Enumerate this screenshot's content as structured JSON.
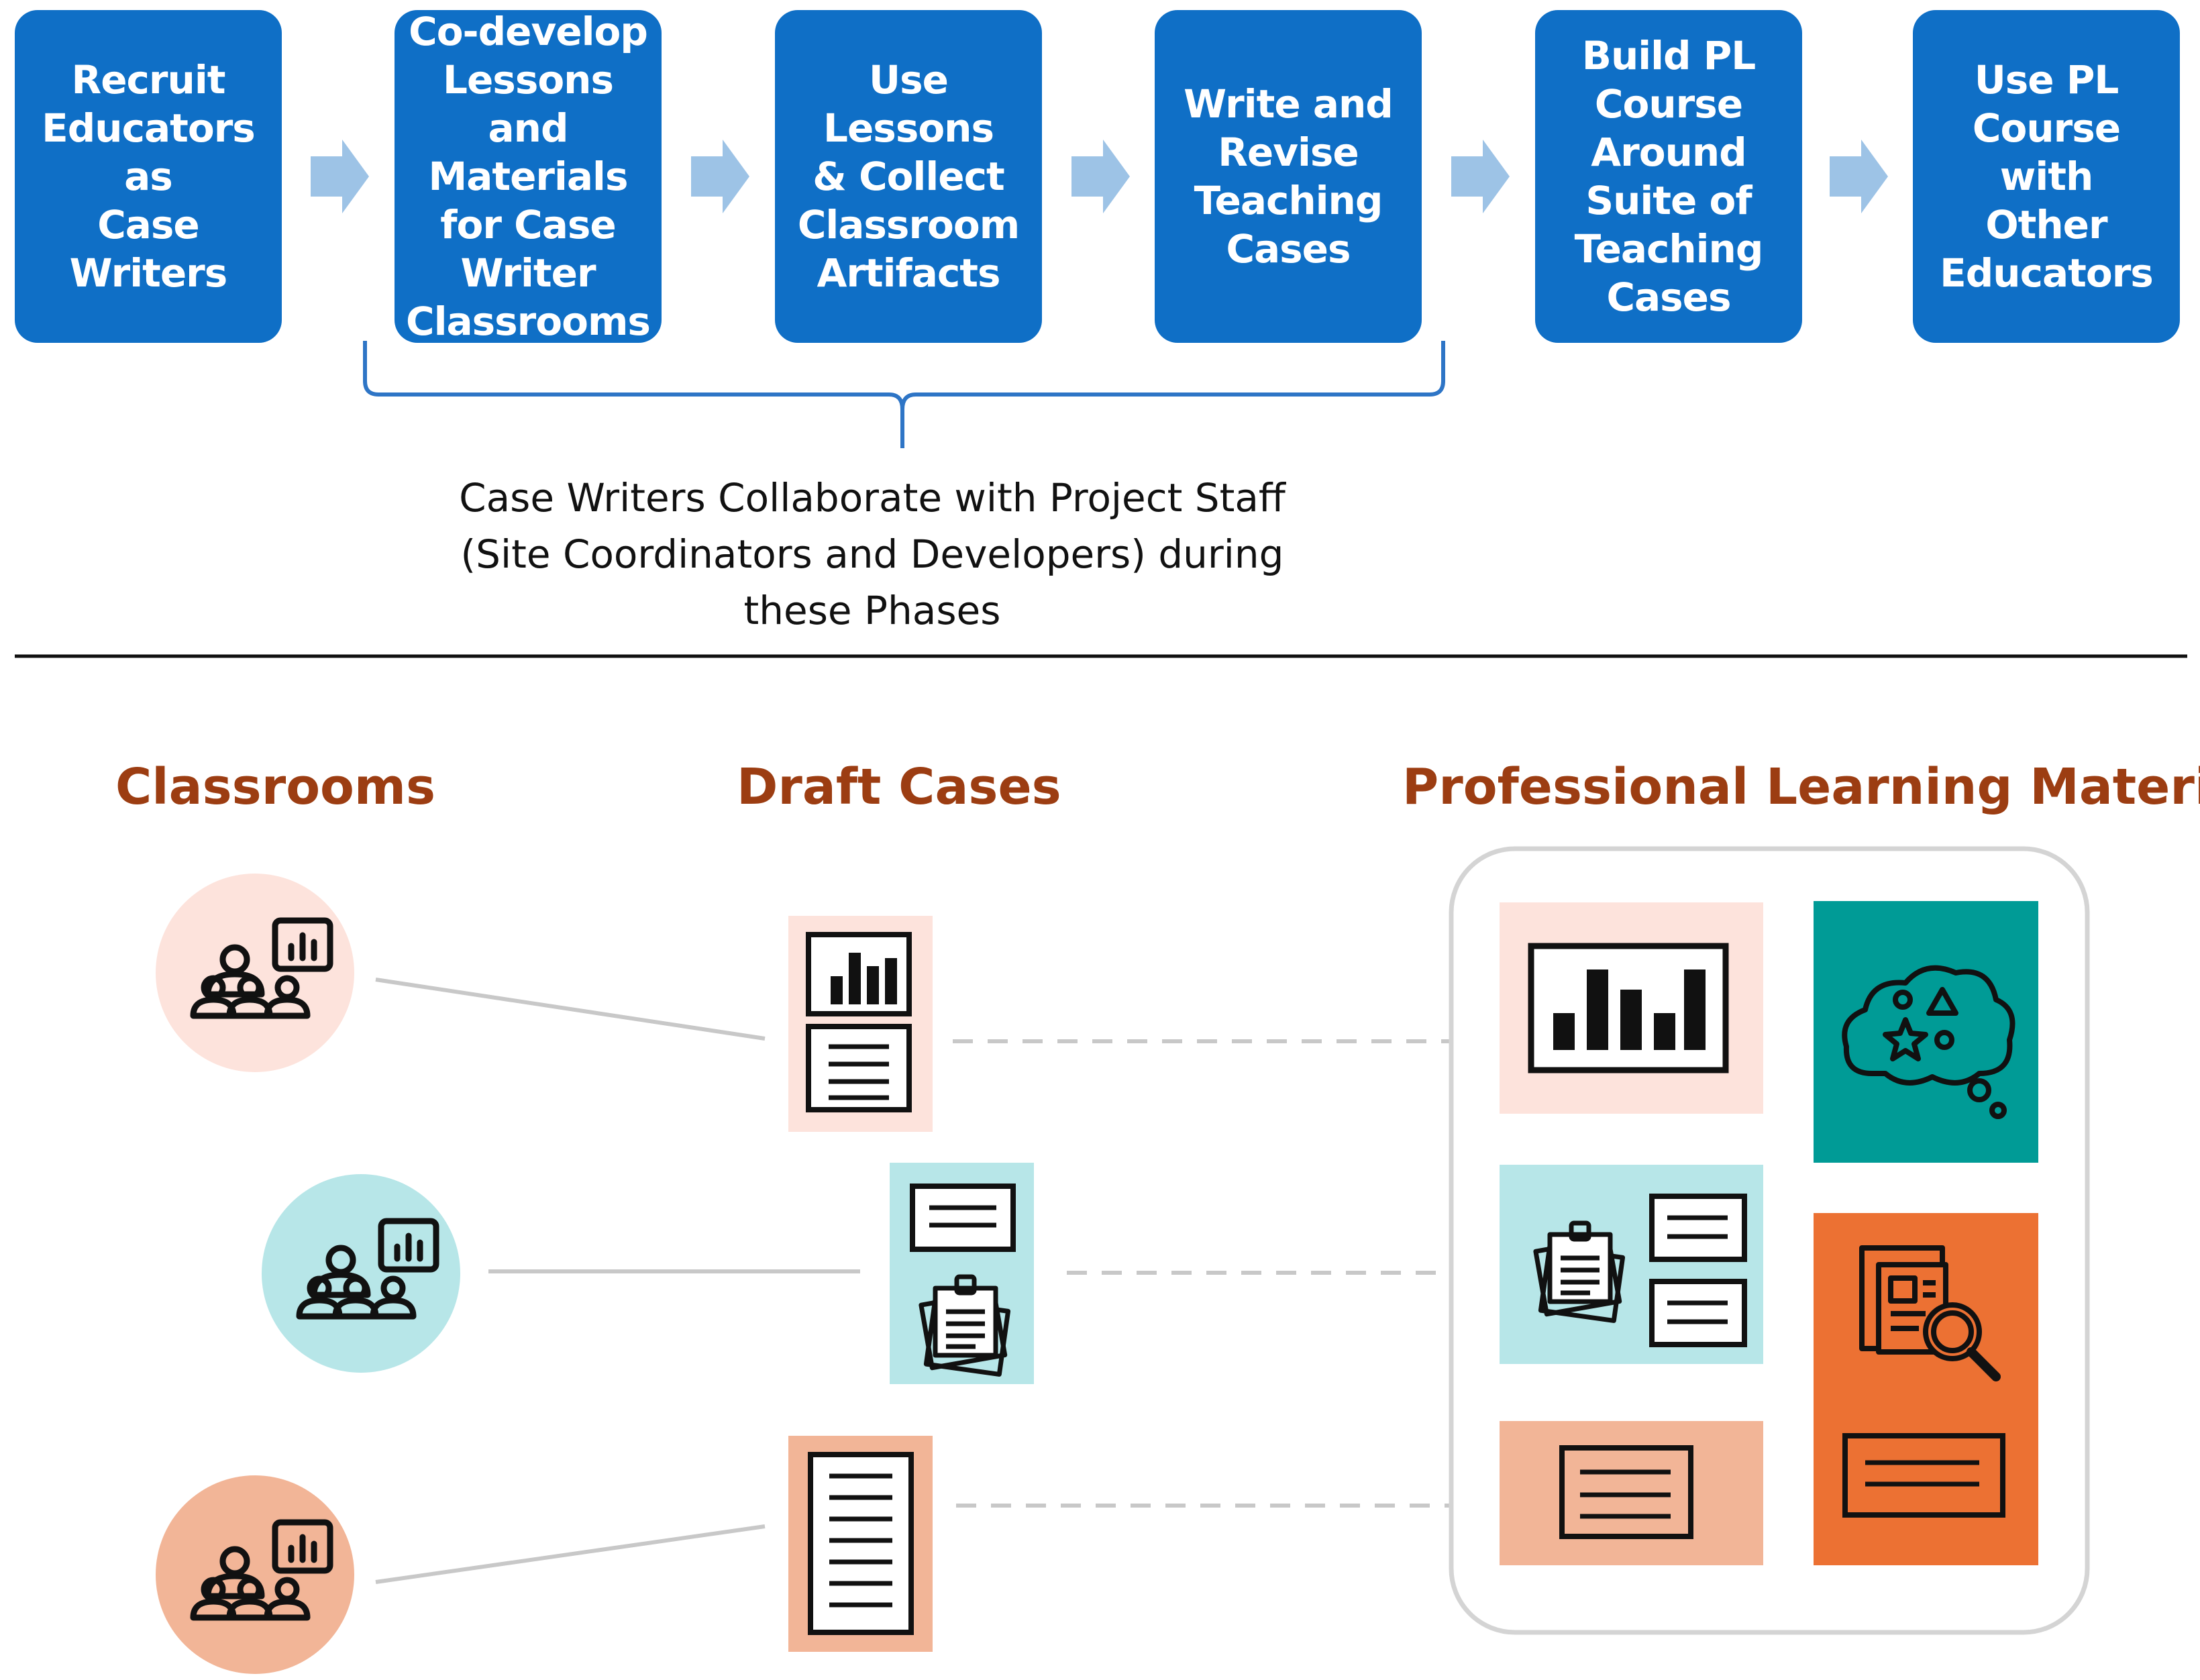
{
  "process": {
    "steps": [
      {
        "label": "Recruit\nEducators as\nCase Writers"
      },
      {
        "label": "Co-develop\nLessons and\nMaterials\nfor Case\nWriter\nClassrooms"
      },
      {
        "label": "Use Lessons\n& Collect\nClassroom\nArtifacts"
      },
      {
        "label": "Write and\nRevise\nTeaching\nCases"
      },
      {
        "label": "Build PL\nCourse\nAround\nSuite of\nTeaching\nCases"
      },
      {
        "label": "Use PL\nCourse with\nOther\nEducators"
      }
    ],
    "brace_caption": "Case Writers Collaborate with Project Staff\n(Site Coordinators and Developers) during\nthese Phases"
  },
  "sections": {
    "classrooms": "Classrooms",
    "draft_cases": "Draft Cases",
    "pl_materials": "Professional Learning Materials"
  },
  "colors": {
    "step_blue": "#0f6fc6",
    "arrow_blue": "#9dc3e6",
    "heading_brown": "#9c3d12",
    "peach_light": "#fde3dc",
    "teal_light": "#b7e6e8",
    "salmon": "#f2b597",
    "teal_dark": "#009b96",
    "orange": "#ec7133",
    "connector_gray": "#c8c8c8"
  },
  "icons": [
    "teacher-students-chart-icon",
    "bar-chart-icon",
    "document-lines-icon",
    "clipboard-notes-icon",
    "thought-cloud-shapes-icon",
    "document-magnifier-icon"
  ]
}
